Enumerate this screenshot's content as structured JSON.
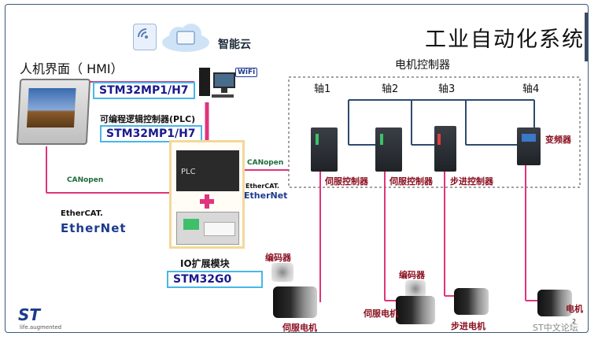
{
  "title": "工业自动化系统",
  "cloud": {
    "label": "智能云"
  },
  "wifi_badge": "WiFi",
  "hmi": {
    "label": "人机界面（ HMI）",
    "chip": "STM32MP1/H7"
  },
  "plc": {
    "label": "可编程逻辑控制器(PLC)",
    "chip": "STM32MP1/H7",
    "device_text": "PLC"
  },
  "io": {
    "label": "IO扩展模块",
    "chip": "STM32G0"
  },
  "motor_controller": {
    "label": "电机控制器"
  },
  "axes": [
    "轴1",
    "轴2",
    "轴3",
    "轴4"
  ],
  "drivers": [
    "伺服控制器",
    "伺服控制器",
    "步进控制器",
    "变频器"
  ],
  "encoders": [
    "编码器",
    "编码器"
  ],
  "motors": [
    "伺服电机",
    "伺服电机",
    "步进电机",
    "电机"
  ],
  "protocols": {
    "canopen": "CANopen",
    "ethercat": "EtherCAT.",
    "ethernet": "EtherNet"
  },
  "logo": {
    "text": "ST",
    "tagline": "life.augmented"
  },
  "page_number": "2",
  "watermark": "ST中文论坛",
  "colors": {
    "link_pink": "#e0347c",
    "bus_navy": "#2d4a6e",
    "chip_border": "#49b6e8",
    "plc_frame": "#f3d89a"
  }
}
